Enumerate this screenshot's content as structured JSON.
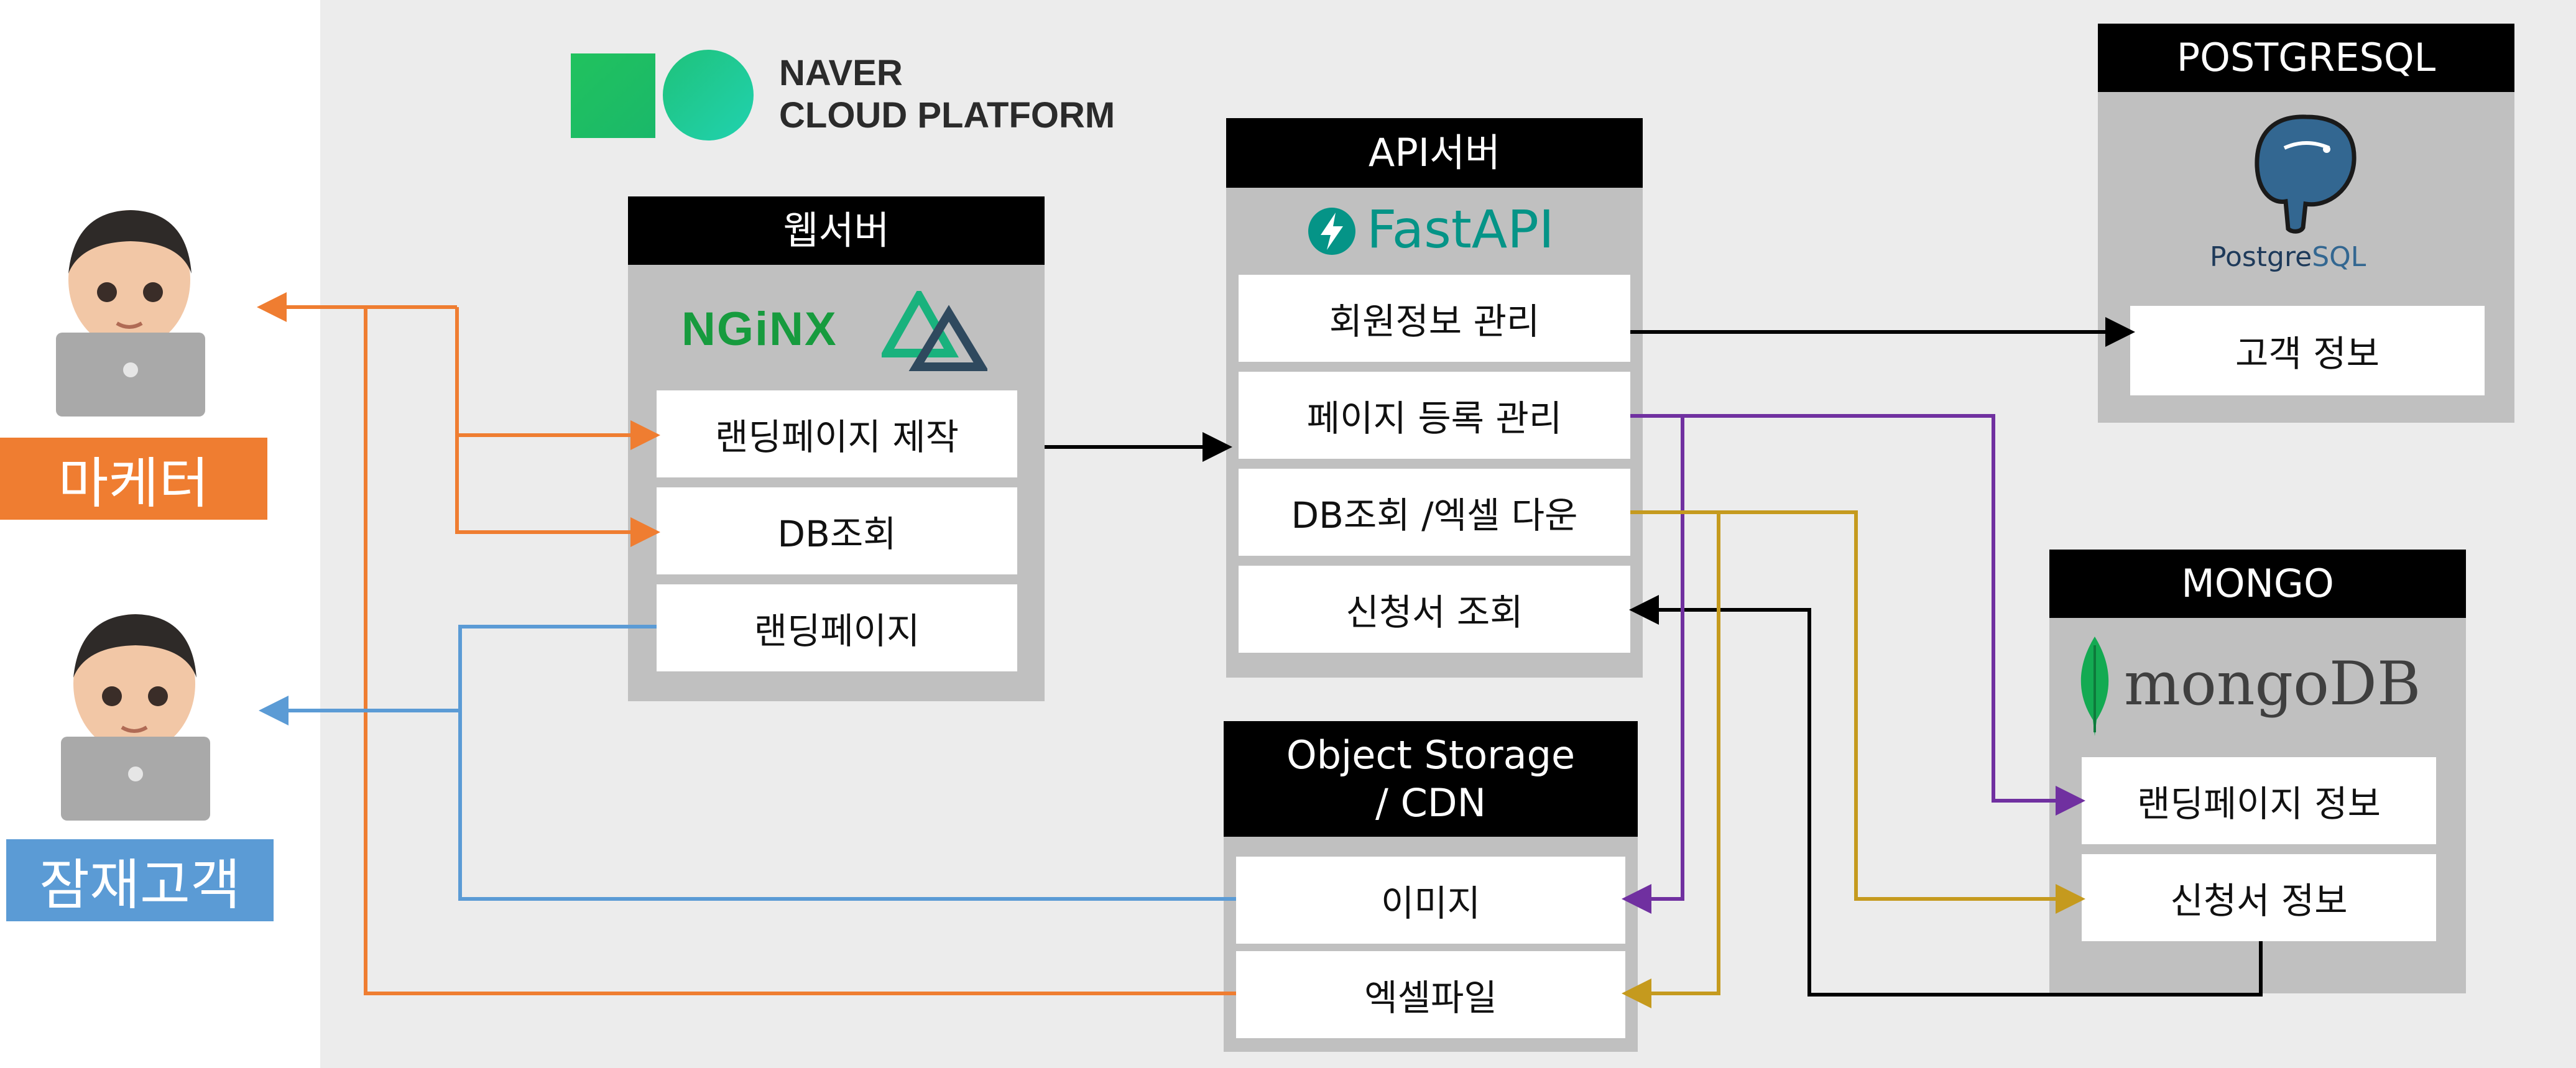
{
  "brand": {
    "line1": "NAVER",
    "line2": "CLOUD PLATFORM"
  },
  "users": {
    "marketer": {
      "label": "마케터",
      "color": "#ef7d31"
    },
    "prospect": {
      "label": "잠재고객",
      "color": "#5b9bd5"
    }
  },
  "web_server": {
    "title": "웹서버",
    "logo_nginx": "NGiNX",
    "items": [
      "랜딩페이지 제작",
      "DB조회",
      "랜딩페이지"
    ]
  },
  "api_server": {
    "title": "API서버",
    "logo_fastapi": "FastAPI",
    "items": [
      "회원정보 관리",
      "페이지 등록 관리",
      "DB조회 /엑셀 다운",
      "신청서 조회"
    ]
  },
  "object_storage": {
    "title_line1": "Object Storage",
    "title_line2": "/ CDN",
    "items": [
      "이미지",
      "엑셀파일"
    ]
  },
  "postgres": {
    "title": "POSTGRESQL",
    "logo_text_a": "Postgre",
    "logo_text_b": "SQL",
    "items": [
      "고객 정보"
    ]
  },
  "mongo": {
    "title": "MONGO",
    "logo_text": "mongoDB",
    "items": [
      "랜딩페이지 정보",
      "신청서 정보"
    ]
  },
  "colors": {
    "orange": "#ef7d31",
    "blue": "#5b9bd5",
    "purple": "#7030a0",
    "gold": "#c59a1e",
    "black": "#000000"
  }
}
